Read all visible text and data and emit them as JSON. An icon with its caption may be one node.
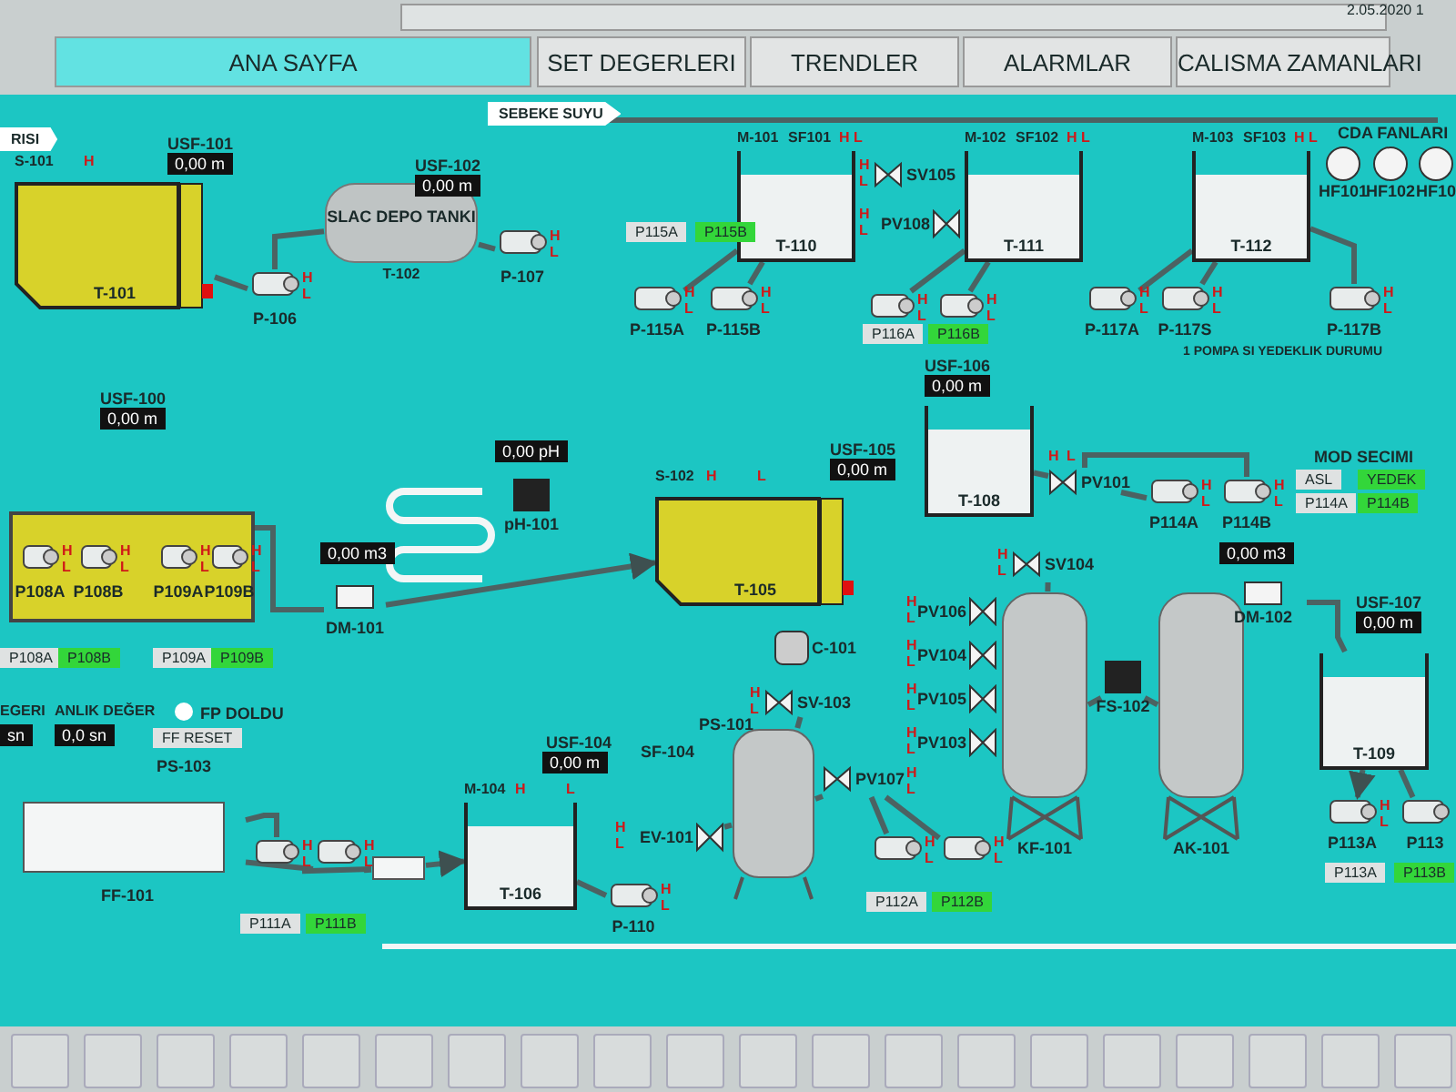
{
  "diagram": {
    "nodes": [
      {
        "text": [
          "T-101"
        ],
        "beside": [
          "S-101",
          "H"
        ]
      },
      {
        "text": [
          "SLAC DEPO TANKI"
        ],
        "beside": [
          "T-102"
        ]
      },
      {
        "text": [
          "P-106"
        ],
        "beside": [
          "H",
          "L"
        ]
      },
      {
        "text": [
          "P-107"
        ],
        "beside": [
          "H",
          "L"
        ]
      },
      {
        "text": [
          "T-110"
        ],
        "beside": [
          "M-101",
          "SF101",
          "H",
          "L"
        ]
      },
      {
        "text": [
          "T-111"
        ],
        "beside": [
          "M-102",
          "SF102",
          "H",
          "L"
        ]
      },
      {
        "text": [
          "T-112"
        ],
        "beside": [
          "M-103",
          "SF103",
          "H",
          "L"
        ]
      },
      {
        "text": [
          "SV105"
        ],
        "beside": [
          "H",
          "L"
        ]
      },
      {
        "text": [
          "PV108"
        ],
        "beside": [
          "H",
          "L"
        ]
      },
      {
        "text": [
          "P-115A"
        ],
        "beside": [
          "H",
          "L"
        ]
      },
      {
        "text": [
          "P-115B"
        ],
        "beside": [
          "H",
          "L"
        ]
      },
      {
        "text": [],
        "shape": "pump",
        "beside": [
          "H",
          "L"
        ]
      },
      {
        "text": [],
        "shape": "pump",
        "beside": [
          "H",
          "L"
        ]
      },
      {
        "text": [
          "P-117A"
        ],
        "beside": [
          "H",
          "L"
        ]
      },
      {
        "text": [
          "P-117S"
        ],
        "beside": [
          "H",
          "L"
        ]
      },
      {
        "text": [
          "P-117B"
        ],
        "beside": [
          "H",
          "L"
        ]
      },
      {
        "text": [
          "HF101"
        ]
      },
      {
        "text": [
          "HF102"
        ]
      },
      {
        "text": [
          "HF10"
        ]
      },
      {
        "text": [],
        "shape": "box"
      },
      {
        "text": [
          "P108A"
        ],
        "beside": [
          "H",
          "L"
        ],
        "in": 19
      },
      {
        "text": [
          "P108B"
        ],
        "beside": [
          "H",
          "L"
        ],
        "in": 19
      },
      {
        "text": [
          "P109A"
        ],
        "beside": [
          "H",
          "L"
        ],
        "in": 19
      },
      {
        "text": [
          "P109B"
        ],
        "beside": [
          "H",
          "L"
        ],
        "in": 19
      },
      {
        "text": [
          "DM-101"
        ]
      },
      {
        "text": [
          "pH-101"
        ]
      },
      {
        "text": [
          "T-105"
        ],
        "beside": [
          "S-102",
          "H",
          "L"
        ]
      },
      {
        "text": [
          "C-101"
        ]
      },
      {
        "text": [
          "SV-103"
        ],
        "beside": [
          "H",
          "L"
        ]
      },
      {
        "text": [
          "PS-101"
        ]
      },
      {
        "text": [
          "SF-104"
        ]
      },
      {
        "text": [
          "EV-101"
        ],
        "beside": [
          "H",
          "L"
        ]
      },
      {
        "text": [],
        "shape": "cylinder"
      },
      {
        "text": [
          "PV107"
        ],
        "beside": [
          "H",
          "L"
        ]
      },
      {
        "text": [],
        "shape": "pump",
        "beside": [
          "H",
          "L"
        ]
      },
      {
        "text": [],
        "shape": "pump",
        "beside": [
          "H",
          "L"
        ]
      },
      {
        "text": [
          "SV104"
        ],
        "beside": [
          "H",
          "L"
        ]
      },
      {
        "text": [
          "PV106"
        ],
        "beside": [
          "H",
          "L"
        ]
      },
      {
        "text": [
          "PV104"
        ],
        "beside": [
          "H",
          "L"
        ]
      },
      {
        "text": [
          "PV105"
        ],
        "beside": [
          "H",
          "L"
        ]
      },
      {
        "text": [
          "PV103"
        ],
        "beside": [
          "H",
          "L"
        ]
      },
      {
        "text": [
          "KF-101"
        ]
      },
      {
        "text": [
          "AK-101"
        ]
      },
      {
        "text": [
          "FS-102"
        ]
      },
      {
        "text": [
          "T-108"
        ]
      },
      {
        "text": [
          "PV101"
        ],
        "beside": [
          "H",
          "L"
        ]
      },
      {
        "text": [
          "P114A"
        ],
        "beside": [
          "H",
          "L"
        ]
      },
      {
        "text": [
          "P114B"
        ],
        "beside": [
          "H",
          "L"
        ]
      },
      {
        "text": [
          "DM-102"
        ]
      },
      {
        "text": [
          "T-109"
        ]
      },
      {
        "text": [
          "P113A"
        ],
        "beside": [
          "H",
          "L"
        ]
      },
      {
        "text": [
          "P113"
        ]
      },
      {
        "text": [
          "FF-101"
        ]
      },
      {
        "text": [
          "PS-103"
        ]
      },
      {
        "text": [],
        "shape": "pump",
        "beside": [
          "H",
          "L"
        ]
      },
      {
        "text": [],
        "shape": "pump",
        "beside": [
          "H",
          "L"
        ]
      },
      {
        "text": [],
        "shape": "box"
      },
      {
        "text": [
          "T-106"
        ],
        "beside": [
          "M-104",
          "H",
          "L"
        ]
      },
      {
        "text": [
          "P-110"
        ],
        "beside": [
          "H",
          "L"
        ]
      }
    ],
    "edges": [
      {
        "from": 0,
        "to": 2,
        "arrow": "none"
      },
      {
        "from": 2,
        "to": 1,
        "arrow": "none"
      },
      {
        "from": 1,
        "to": 3,
        "arrow": "none"
      },
      {
        "from": 4,
        "to": 9,
        "arrow": "none"
      },
      {
        "from": 4,
        "to": 10,
        "arrow": "none"
      },
      {
        "from": 5,
        "to": 11,
        "arrow": "none"
      },
      {
        "from": 5,
        "to": 12,
        "arrow": "none"
      },
      {
        "from": 6,
        "to": 13,
        "arrow": "none"
      },
      {
        "from": 6,
        "to": 14,
        "arrow": "none"
      },
      {
        "from": 6,
        "to": 15,
        "arrow": "none"
      },
      {
        "from": 23,
        "to": 24,
        "arrow": "none"
      },
      {
        "from": 24,
        "to": 26,
        "arrow": "to"
      },
      {
        "from": 44,
        "to": 45,
        "arrow": "none"
      },
      {
        "from": 45,
        "to": 46,
        "arrow": "none"
      },
      {
        "from": 45,
        "to": 47,
        "arrow": "none"
      },
      {
        "from": 48,
        "to": 49,
        "arrow": "none"
      },
      {
        "from": 49,
        "to": 50,
        "arrow": "to"
      },
      {
        "from": 49,
        "to": 51,
        "arrow": "none"
      },
      {
        "from": 41,
        "to": 43,
        "arrow": "none"
      },
      {
        "from": 43,
        "to": 42,
        "arrow": "none"
      },
      {
        "from": 36,
        "to": 41,
        "arrow": "none"
      },
      {
        "from": 32,
        "to": 33,
        "arrow": "none"
      },
      {
        "from": 33,
        "to": 34,
        "arrow": "none"
      },
      {
        "from": 33,
        "to": 35,
        "arrow": "none"
      },
      {
        "from": 52,
        "to": 54,
        "arrow": "none"
      },
      {
        "from": 52,
        "to": 55,
        "arrow": "none"
      },
      {
        "from": 54,
        "to": 56,
        "arrow": "none"
      },
      {
        "from": 55,
        "to": 56,
        "arrow": "none"
      },
      {
        "from": 56,
        "to": 57,
        "arrow": "to"
      },
      {
        "from": 57,
        "to": 58,
        "arrow": "none"
      },
      {
        "from": 31,
        "to": 32,
        "arrow": "none"
      },
      {
        "from": 28,
        "to": 32,
        "arrow": "none"
      }
    ],
    "labels": [
      "ANA SAYFA",
      "SET DEGERLERI",
      "TRENDLER",
      "ALARMLAR",
      "CALISMA ZAMANLARI",
      "2.05.2020 1",
      "SEBEKE SUYU",
      "RISI",
      "USF-101",
      "0,00 m",
      "USF-102",
      "0,00 m",
      "P115A",
      "P115B",
      "P116A",
      "P116B",
      "1 POMPA SI YEDEKLIK DURUMU",
      "CDA FANLARI",
      "USF-100",
      "0,00 m",
      "P108A",
      "P108B",
      "P109A",
      "P109B",
      "0,00 m3",
      "0,00 pH",
      "USF-105",
      "0,00 m",
      "USF-106",
      "0,00 m",
      "MOD SECIMI",
      "ASL",
      "YEDEK",
      "P114A",
      "P114B",
      "0,00 m3",
      "USF-107",
      "0,00 m",
      "P113A",
      "P113B",
      "EGERI",
      "ANLIK DEĞER",
      "FP DOLDU",
      "sn",
      "0,0 sn",
      "FF RESET",
      "USF-104",
      "0,00 m",
      "P111A",
      "P111B",
      "P112A",
      "P112B"
    ]
  }
}
